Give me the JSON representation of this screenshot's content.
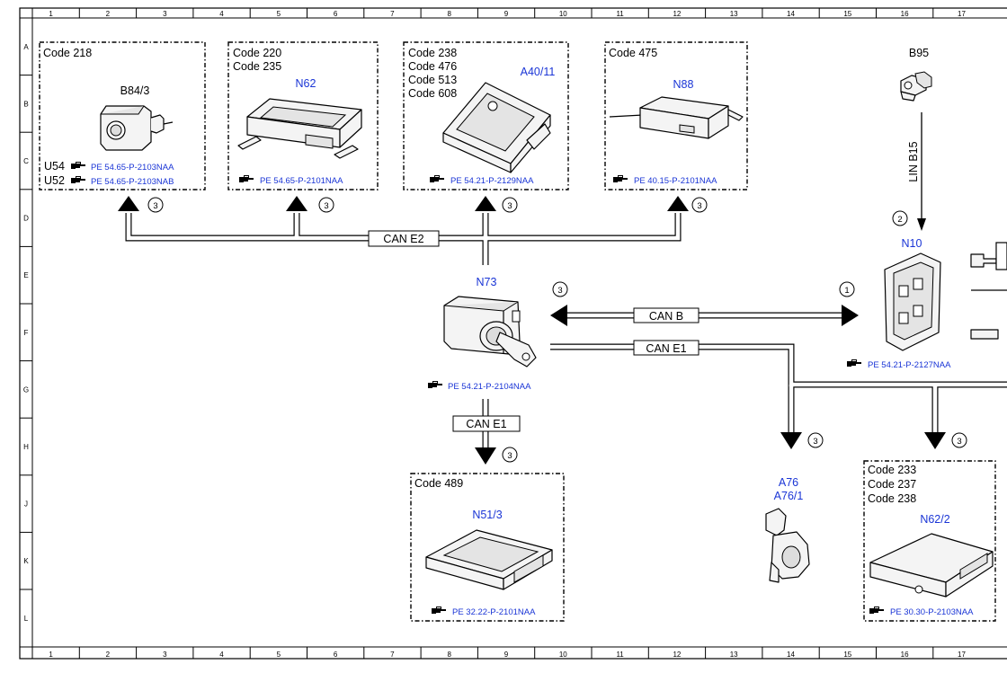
{
  "grid": {
    "columns": [
      "1",
      "2",
      "3",
      "4",
      "5",
      "6",
      "7",
      "8",
      "9",
      "10",
      "11",
      "12",
      "13",
      "14",
      "15",
      "16",
      "17"
    ],
    "rows": [
      "A",
      "B",
      "C",
      "D",
      "E",
      "F",
      "G",
      "H",
      "J",
      "K",
      "L"
    ]
  },
  "colors": {
    "component_label": "#1a35d6",
    "ink": "#000000"
  },
  "icons": {
    "reference": "pointing-hand-icon"
  },
  "modules": {
    "b84_3": {
      "codes": [
        "Code 218"
      ],
      "label": "B84/3",
      "refs": [
        {
          "prefix": "U54",
          "text": "PE 54.65-P-2103NAA"
        },
        {
          "prefix": "U52",
          "text": "PE 54.65-P-2103NAB"
        }
      ]
    },
    "n62": {
      "codes": [
        "Code 220",
        "Code 235"
      ],
      "label": "N62",
      "ref": "PE 54.65-P-2101NAA"
    },
    "a40_11": {
      "codes": [
        "Code 238",
        "Code 476",
        "Code 513",
        "Code 608"
      ],
      "label": "A40/11",
      "ref": "PE 54.21-P-2129NAA"
    },
    "n88": {
      "codes": [
        "Code 475"
      ],
      "label": "N88",
      "ref": "PE 40.15-P-2101NAA"
    },
    "b95": {
      "label": "B95"
    },
    "n10": {
      "label": "N10",
      "ref": "PE 54.21-P-2127NAA"
    },
    "n73": {
      "label": "N73",
      "ref": "PE 54.21-P-2104NAA"
    },
    "n51_3": {
      "codes": [
        "Code 489"
      ],
      "label": "N51/3",
      "ref": "PE 32.22-P-2101NAA"
    },
    "a76": {
      "label": "A76",
      "label2": "A76/1"
    },
    "n62_2": {
      "codes": [
        "Code 233",
        "Code 237",
        "Code 238"
      ],
      "label": "N62/2",
      "ref": "PE 30.30-P-2103NAA"
    }
  },
  "buses": {
    "can_e2": "CAN E2",
    "can_b": "CAN B",
    "can_e1": "CAN E1",
    "can_e1_lower": "CAN E1",
    "lin_b15": "LIN B15"
  },
  "markers": {
    "b84_3": "3",
    "n62": "3",
    "a40_11": "3",
    "n88": "3",
    "n10_in": "2",
    "can_b_left": "3",
    "can_b_right": "1",
    "n51_3": "3",
    "a76": "3",
    "n62_2": "3"
  }
}
